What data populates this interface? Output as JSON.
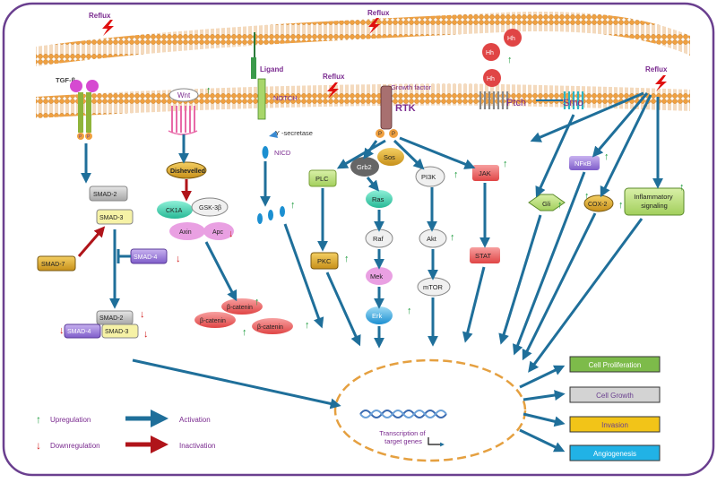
{
  "membrane": {
    "reflux_labels": [
      "Reflux",
      "Reflux",
      "Reflux",
      "Reflux"
    ]
  },
  "tgf": {
    "ligand": "TGF-β",
    "p1": "P",
    "p2": "P"
  },
  "wnt": {
    "label": "Wnt",
    "dishevelled": "Dishevelled",
    "ck1a": "CK1A",
    "gsk": "GSK-3β",
    "axin": "Axin",
    "apc": "Apc"
  },
  "notch": {
    "ligand": "Ligand",
    "notch": "NOTCH",
    "secretase": "Y -secretase",
    "nicd": "NICD"
  },
  "rtk": {
    "growth_factor": "Growth factor",
    "label": "RTK",
    "p1": "P",
    "p2": "P"
  },
  "ras_path": {
    "grb2": "Grb2",
    "sos": "Sos",
    "ras": "Ras",
    "raf": "Raf",
    "mek": "Mek",
    "erk": "Erk"
  },
  "pi3k_path": {
    "pi3k": "PI3K",
    "akt": "Akt",
    "mtor": "mTOR"
  },
  "plc_path": {
    "plc": "PLC",
    "pkc": "PKC"
  },
  "jak_path": {
    "jak": "JAK",
    "stat": "STAT"
  },
  "hedgehog": {
    "hh1": "Hh",
    "hh2": "Hh",
    "hh3": "Hh",
    "ptch": "Ptch",
    "smo": "Smo",
    "gli": "Gli"
  },
  "smad": {
    "smad2": "SMAD-2",
    "smad3": "SMAD-3",
    "smad7": "SMAD-7",
    "smad4": "SMAD-4",
    "c_smad2": "SMAD-2",
    "c_smad4": "SMAD-4",
    "c_smad3": "SMAD-3"
  },
  "beta_catenin": {
    "b1": "β-catenin",
    "b2": "β-catenin",
    "b3": "β-catenin"
  },
  "inflammation": {
    "nfkb": "NFκB",
    "cox2": "COX-2",
    "signaling": "Inflammatory signaling"
  },
  "nucleus": {
    "transcription": "Transcription of target genes"
  },
  "outcomes": [
    "Cell Proliferation",
    "Cell Growth",
    "Invasion",
    "Angiogenesis"
  ],
  "legend": {
    "upregulation": "Upregulation",
    "activation": "Activation",
    "downregulation": "Downregulation",
    "inactivation": "Inactivation"
  },
  "colors": {
    "frame": "#6a3f8f",
    "arrow_blue": "#1f6f9a",
    "arrow_red": "#b0141a",
    "up": "#1a9a3a",
    "down": "#d11a1a",
    "membrane": "#e8962e",
    "proliferation": "#7dbb4a",
    "growth": "#d3d3d3",
    "invasion": "#f2c418",
    "angiogenesis": "#21b2e6"
  }
}
